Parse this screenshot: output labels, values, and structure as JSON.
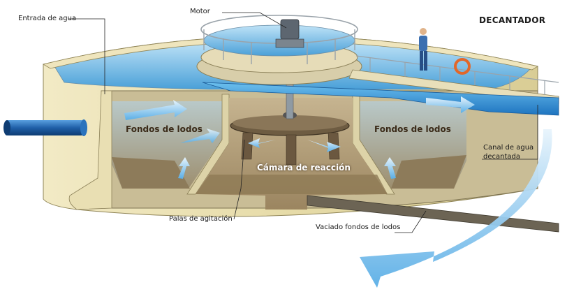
{
  "title": "DECANTADOR",
  "labels": {
    "motor": "Motor",
    "entrada": "Entrada de agua",
    "fondos_left": "Fondos de lodos",
    "fondos_right": "Fondos de lodos",
    "camara": "Cámara de reacción",
    "canal_line1": "Canal de agua",
    "canal_line2": "decantada",
    "palas": "Palas de agitación",
    "vaciado": "Vaciado fondos de lodos"
  },
  "colors": {
    "water": "#3d97d4",
    "water_light": "#a7d4f0",
    "tank_wall": "#e9dfb0",
    "concrete": "#d8cfa8",
    "sludge": "#8a7a5c",
    "pipe_blue": "#1f5fa8",
    "arrow": "#6fb6e6"
  }
}
